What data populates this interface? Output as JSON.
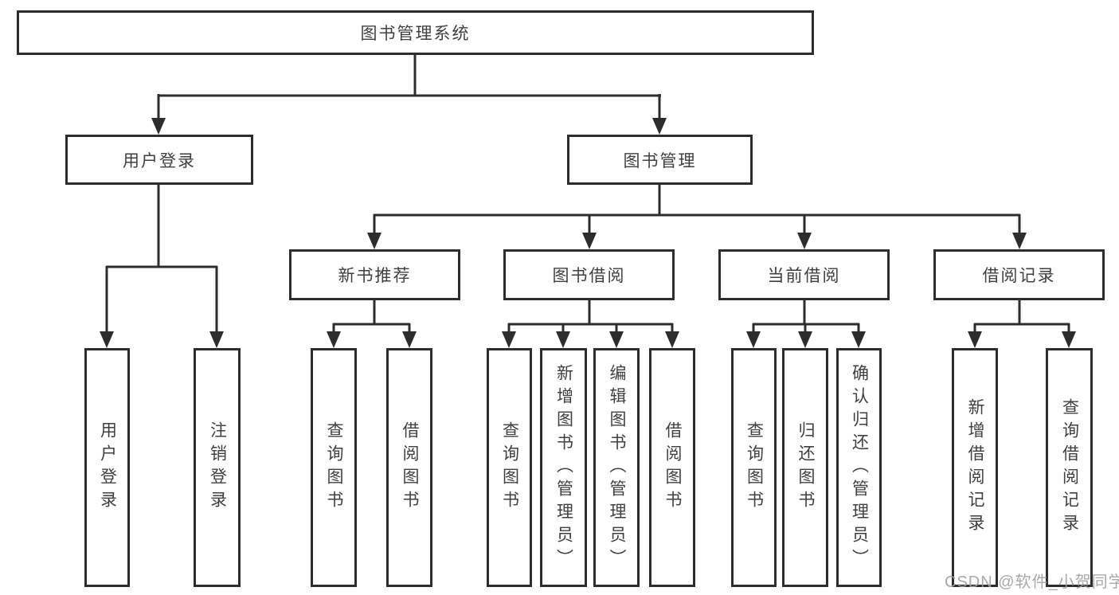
{
  "diagram": {
    "root": {
      "label": "图书管理系统"
    },
    "level2": [
      {
        "label": "用户登录"
      },
      {
        "label": "图书管理"
      }
    ],
    "level3": [
      {
        "label": "新书推荐",
        "parent": "图书管理"
      },
      {
        "label": "图书借阅",
        "parent": "图书管理"
      },
      {
        "label": "当前借阅",
        "parent": "图书管理"
      },
      {
        "label": "借阅记录",
        "parent": "图书管理"
      }
    ],
    "leaves": [
      {
        "label": "用户登录",
        "parent": "用户登录"
      },
      {
        "label": "注销登录",
        "parent": "用户登录"
      },
      {
        "label": "查询图书",
        "parent": "新书推荐"
      },
      {
        "label": "借阅图书",
        "parent": "新书推荐"
      },
      {
        "label": "查询图书",
        "parent": "图书借阅"
      },
      {
        "label": "新增图书（管理员）",
        "parent": "图书借阅"
      },
      {
        "label": "编辑图书（管理员）",
        "parent": "图书借阅"
      },
      {
        "label": "借阅图书",
        "parent": "图书借阅"
      },
      {
        "label": "查询图书",
        "parent": "当前借阅"
      },
      {
        "label": "归还图书",
        "parent": "当前借阅"
      },
      {
        "label": "确认归还（管理员）",
        "parent": "当前借阅"
      },
      {
        "label": "新增借阅记录",
        "parent": "借阅记录"
      },
      {
        "label": "查询借阅记录",
        "parent": "借阅记录"
      }
    ]
  },
  "watermark": {
    "text": "CSDN @软件_小贺同学"
  },
  "colors": {
    "line": "#2d2d2d",
    "text": "#3f3f3f",
    "box_background": "#ffffff",
    "watermark": "#9e9e9e",
    "background": "#ffffff"
  }
}
